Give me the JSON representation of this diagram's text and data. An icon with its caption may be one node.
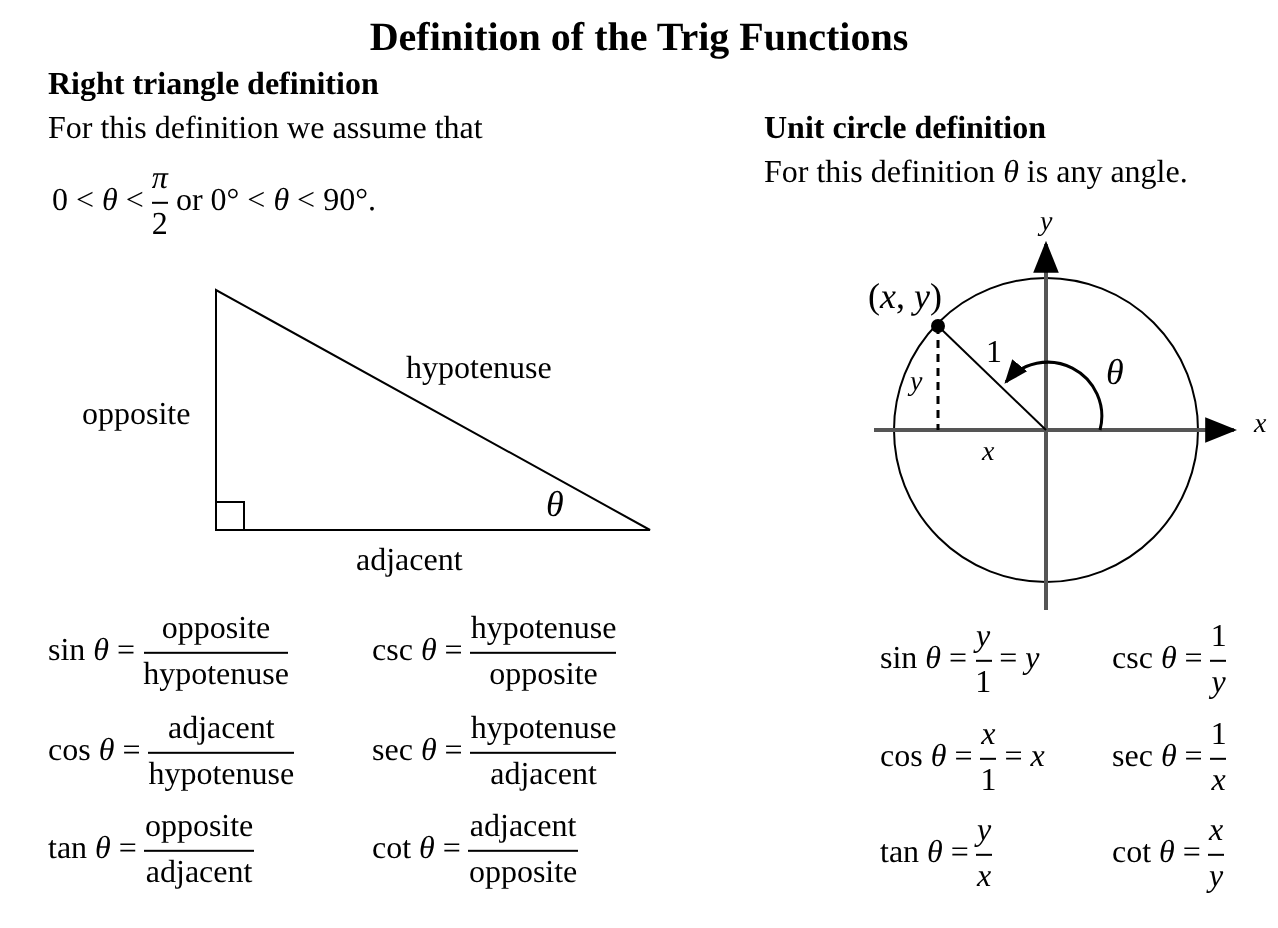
{
  "diagram": {
    "title": "Definition of the Trig Functions",
    "labels": [
      "Right triangle definition",
      "For this definition we assume that",
      "Unit circle definition",
      "For this definition *θ* is any angle.",
      "0 < *θ* <",
      "π",
      "2",
      "or  0° < *θ* < 90°.",
      "y",
      "(*x*, *y*)",
      "hypotenuse",
      "1",
      "θ",
      "opposite",
      "y",
      "x",
      "x",
      "θ",
      "adjacent",
      "sin *θ* =",
      "opposite",
      "hypotenuse",
      "csc *θ* =",
      "hypotenuse",
      "opposite",
      "sin *θ* =",
      "y",
      "1",
      "= *y*",
      "csc *θ* =",
      "1",
      "y",
      "cos *θ* =",
      "adjacent",
      "hypotenuse",
      "sec *θ* =",
      "hypotenuse",
      "adjacent",
      "cos *θ* =",
      "x",
      "1",
      "= *x*",
      "sec *θ* =",
      "1",
      "x",
      "tan *θ* =",
      "opposite",
      "adjacent",
      "cot *θ* =",
      "adjacent",
      "opposite",
      "tan *θ* =",
      "y",
      "x",
      "cot *θ* =",
      "x",
      "y"
    ]
  }
}
